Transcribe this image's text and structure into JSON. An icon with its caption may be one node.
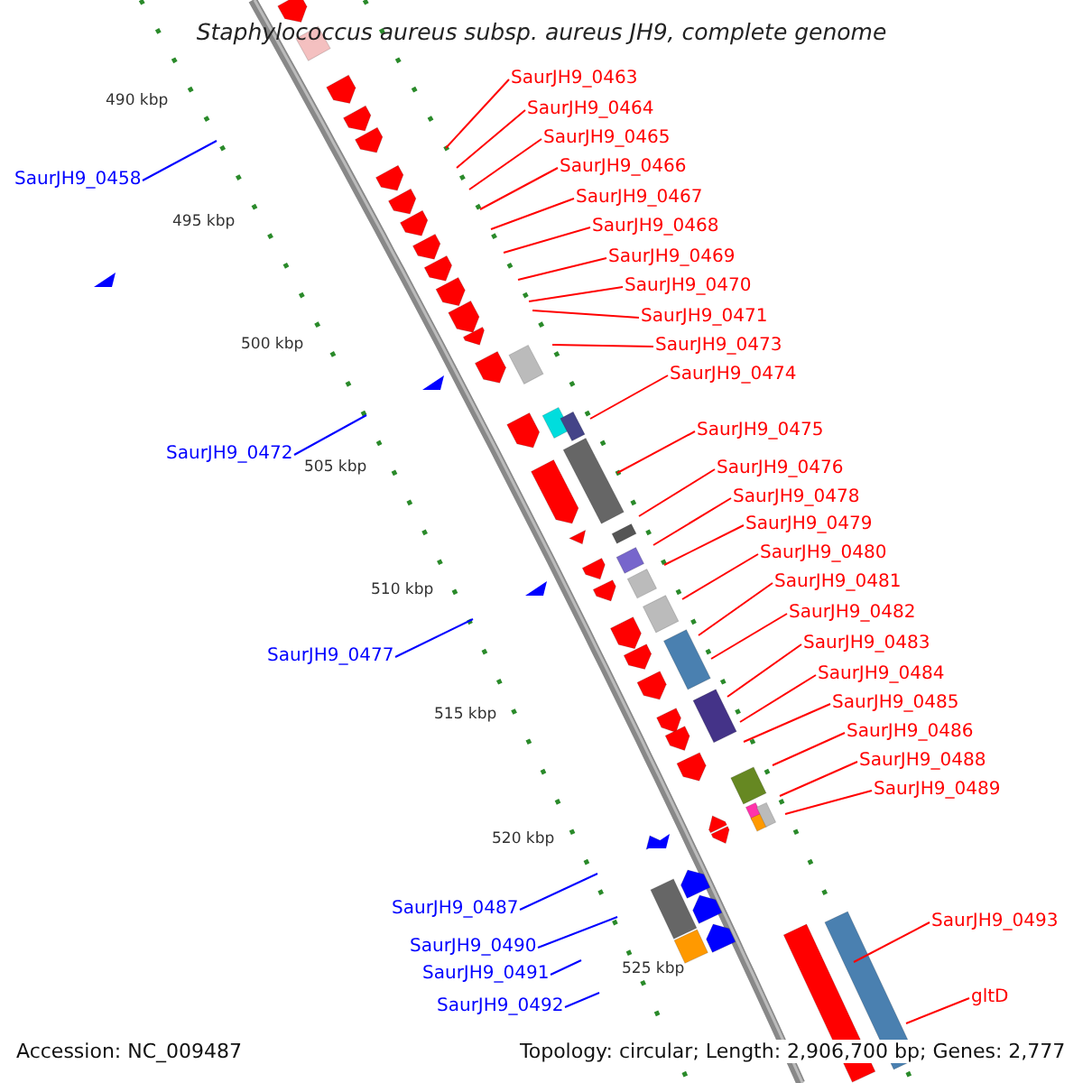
{
  "diagram": {
    "title": "Staphylococcus aureus subsp. aureus JH9, complete genome",
    "nodes": [
      {
        "text": [
          "SaurJH9_0458"
        ]
      },
      {
        "text": [
          "SaurJH9_0463"
        ]
      },
      {
        "text": [
          "SaurJH9_0464"
        ]
      },
      {
        "text": [
          "SaurJH9_0465"
        ]
      },
      {
        "text": [
          "SaurJH9_0466"
        ]
      },
      {
        "text": [
          "SaurJH9_0467"
        ]
      },
      {
        "text": [
          "SaurJH9_0468"
        ]
      },
      {
        "text": [
          "SaurJH9_0469"
        ]
      },
      {
        "text": [
          "SaurJH9_0470"
        ]
      },
      {
        "text": [
          "SaurJH9_0471"
        ]
      },
      {
        "text": [
          "SaurJH9_0473"
        ]
      },
      {
        "text": [
          "SaurJH9_0474"
        ]
      },
      {
        "text": [
          "SaurJH9_0472"
        ]
      },
      {
        "text": [
          "SaurJH9_0475"
        ]
      },
      {
        "text": [
          "SaurJH9_0476"
        ]
      },
      {
        "text": [
          "SaurJH9_0478"
        ]
      },
      {
        "text": [
          "SaurJH9_0479"
        ]
      },
      {
        "text": [
          "SaurJH9_0480"
        ]
      },
      {
        "text": [
          "SaurJH9_0481"
        ]
      },
      {
        "text": [
          "SaurJH9_0482"
        ]
      },
      {
        "text": [
          "SaurJH9_0477"
        ]
      },
      {
        "text": [
          "SaurJH9_0483"
        ]
      },
      {
        "text": [
          "SaurJH9_0484"
        ]
      },
      {
        "text": [
          "SaurJH9_0485"
        ]
      },
      {
        "text": [
          "SaurJH9_0486"
        ]
      },
      {
        "text": [
          "SaurJH9_0488"
        ]
      },
      {
        "text": [
          "SaurJH9_0489"
        ]
      },
      {
        "text": [
          "SaurJH9_0487"
        ]
      },
      {
        "text": [
          "SaurJH9_0493"
        ]
      },
      {
        "text": [
          "SaurJH9_0490"
        ]
      },
      {
        "text": [
          "SaurJH9_0491"
        ]
      },
      {
        "text": [
          "SaurJH9_0492"
        ]
      },
      {
        "text": [
          "gltD"
        ]
      }
    ],
    "edges": [
      {
        "from": 0,
        "to": null,
        "arrow": "none",
        "color": "#0000ff"
      },
      {
        "from": 1,
        "to": null,
        "arrow": "none"
      },
      {
        "from": 2,
        "to": null,
        "arrow": "none"
      },
      {
        "from": 3,
        "to": null,
        "arrow": "none"
      },
      {
        "from": 4,
        "to": null,
        "arrow": "none"
      },
      {
        "from": 5,
        "to": null,
        "arrow": "none"
      },
      {
        "from": 6,
        "to": null,
        "arrow": "none"
      },
      {
        "from": 7,
        "to": null,
        "arrow": "none"
      },
      {
        "from": 8,
        "to": null,
        "arrow": "none"
      },
      {
        "from": 9,
        "to": null,
        "arrow": "none"
      },
      {
        "from": 10,
        "to": null,
        "arrow": "none"
      },
      {
        "from": 11,
        "to": null,
        "arrow": "none"
      },
      {
        "from": 12,
        "to": null,
        "arrow": "none",
        "color": "#0000ff"
      },
      {
        "from": 13,
        "to": null,
        "arrow": "none"
      },
      {
        "from": 14,
        "to": null,
        "arrow": "none"
      },
      {
        "from": 15,
        "to": null,
        "arrow": "none"
      },
      {
        "from": 16,
        "to": null,
        "arrow": "none"
      },
      {
        "from": 17,
        "to": null,
        "arrow": "none"
      },
      {
        "from": 18,
        "to": null,
        "arrow": "none"
      },
      {
        "from": 19,
        "to": null,
        "arrow": "none"
      },
      {
        "from": 20,
        "to": null,
        "arrow": "none",
        "color": "#0000ff"
      },
      {
        "from": 21,
        "to": null,
        "arrow": "none"
      },
      {
        "from": 22,
        "to": null,
        "arrow": "none"
      },
      {
        "from": 23,
        "to": null,
        "arrow": "none"
      },
      {
        "from": 24,
        "to": null,
        "arrow": "none"
      },
      {
        "from": 25,
        "to": null,
        "arrow": "none"
      },
      {
        "from": 26,
        "to": null,
        "arrow": "none"
      },
      {
        "from": 27,
        "to": null,
        "arrow": "none",
        "color": "#0000ff"
      },
      {
        "from": 28,
        "to": null,
        "arrow": "none"
      },
      {
        "from": 29,
        "to": null,
        "arrow": "none",
        "color": "#0000ff"
      },
      {
        "from": 30,
        "to": null,
        "arrow": "none",
        "color": "#0000ff"
      },
      {
        "from": 31,
        "to": null,
        "arrow": "none",
        "color": "#0000ff"
      },
      {
        "from": 32,
        "to": null,
        "arrow": "none"
      }
    ],
    "labels": [
      "490 kbp",
      "495 kbp",
      "500 kbp",
      "505 kbp",
      "510 kbp",
      "515 kbp",
      "520 kbp",
      "525 kbp",
      "Accession: NC_009487",
      "Topology: circular; Length: 2,906,700 bp; Genes: 2,777"
    ]
  }
}
